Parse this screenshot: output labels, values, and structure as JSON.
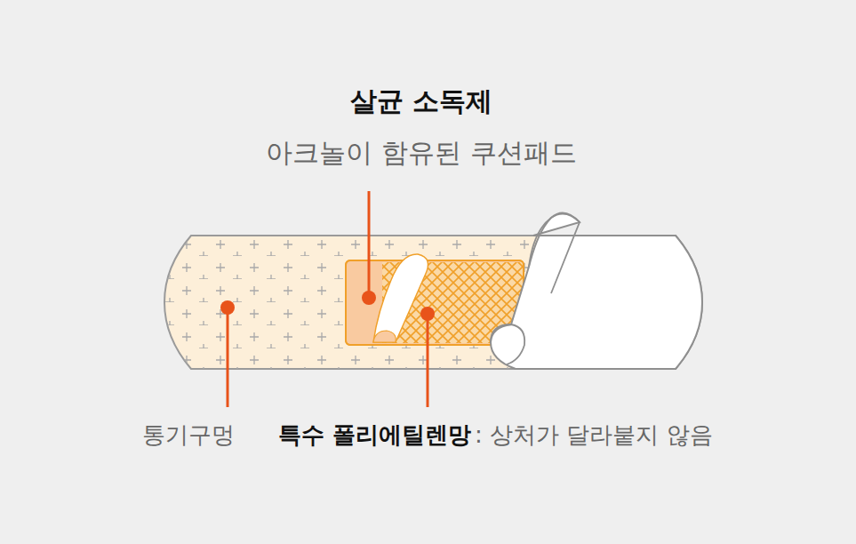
{
  "diagram": {
    "labels": [
      "살균 소독제",
      "아크놀이 함유된 쿠션패드",
      "통기구멍",
      "특수 폴리에틸렌망",
      ": 상처가 달라붙지 않음"
    ]
  }
}
